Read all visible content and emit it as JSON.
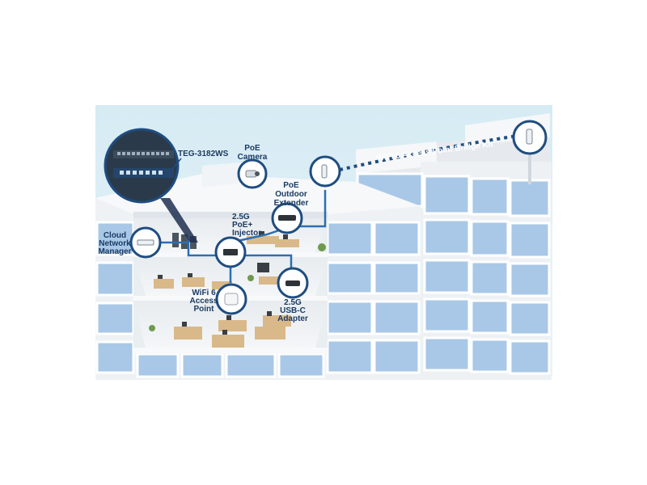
{
  "labels": {
    "switch": "TEG-3182WS",
    "poe_camera_line1": "PoE",
    "poe_camera_line2": "Camera",
    "outdoor_line1": "PoE",
    "outdoor_line2": "Outdoor",
    "outdoor_line3": "Extender",
    "bridge_kit": "WiFi 6 Access Point Bridge Kit",
    "injector_line1": "2.5G",
    "injector_line2": "PoE+",
    "injector_line3": "Injector",
    "cloud_line1": "Cloud",
    "cloud_line2": "Network",
    "cloud_line3": "Manager",
    "wifi_line1": "WiFi 6",
    "wifi_line2": "Access",
    "wifi_line3": "Point",
    "usb_line1": "2.5G",
    "usb_line2": "USB-C",
    "usb_line3": "Adapter"
  },
  "icons": {
    "switch": "network-switch-icon",
    "camera": "camera-icon",
    "outdoor": "outdoor-extender-icon",
    "bridge": "access-point-bridge-icon",
    "injector": "poe-injector-icon",
    "cloud": "cloud-manager-icon",
    "wifi": "access-point-icon",
    "usb": "usb-adapter-icon"
  },
  "colors": {
    "sky": "#dcecf3",
    "window": "#9fc3e6",
    "window_light": "#bcd8ef",
    "wall": "#f2f5f8",
    "cable": "#2c6fb0",
    "circle_border": "#1f4d80"
  }
}
